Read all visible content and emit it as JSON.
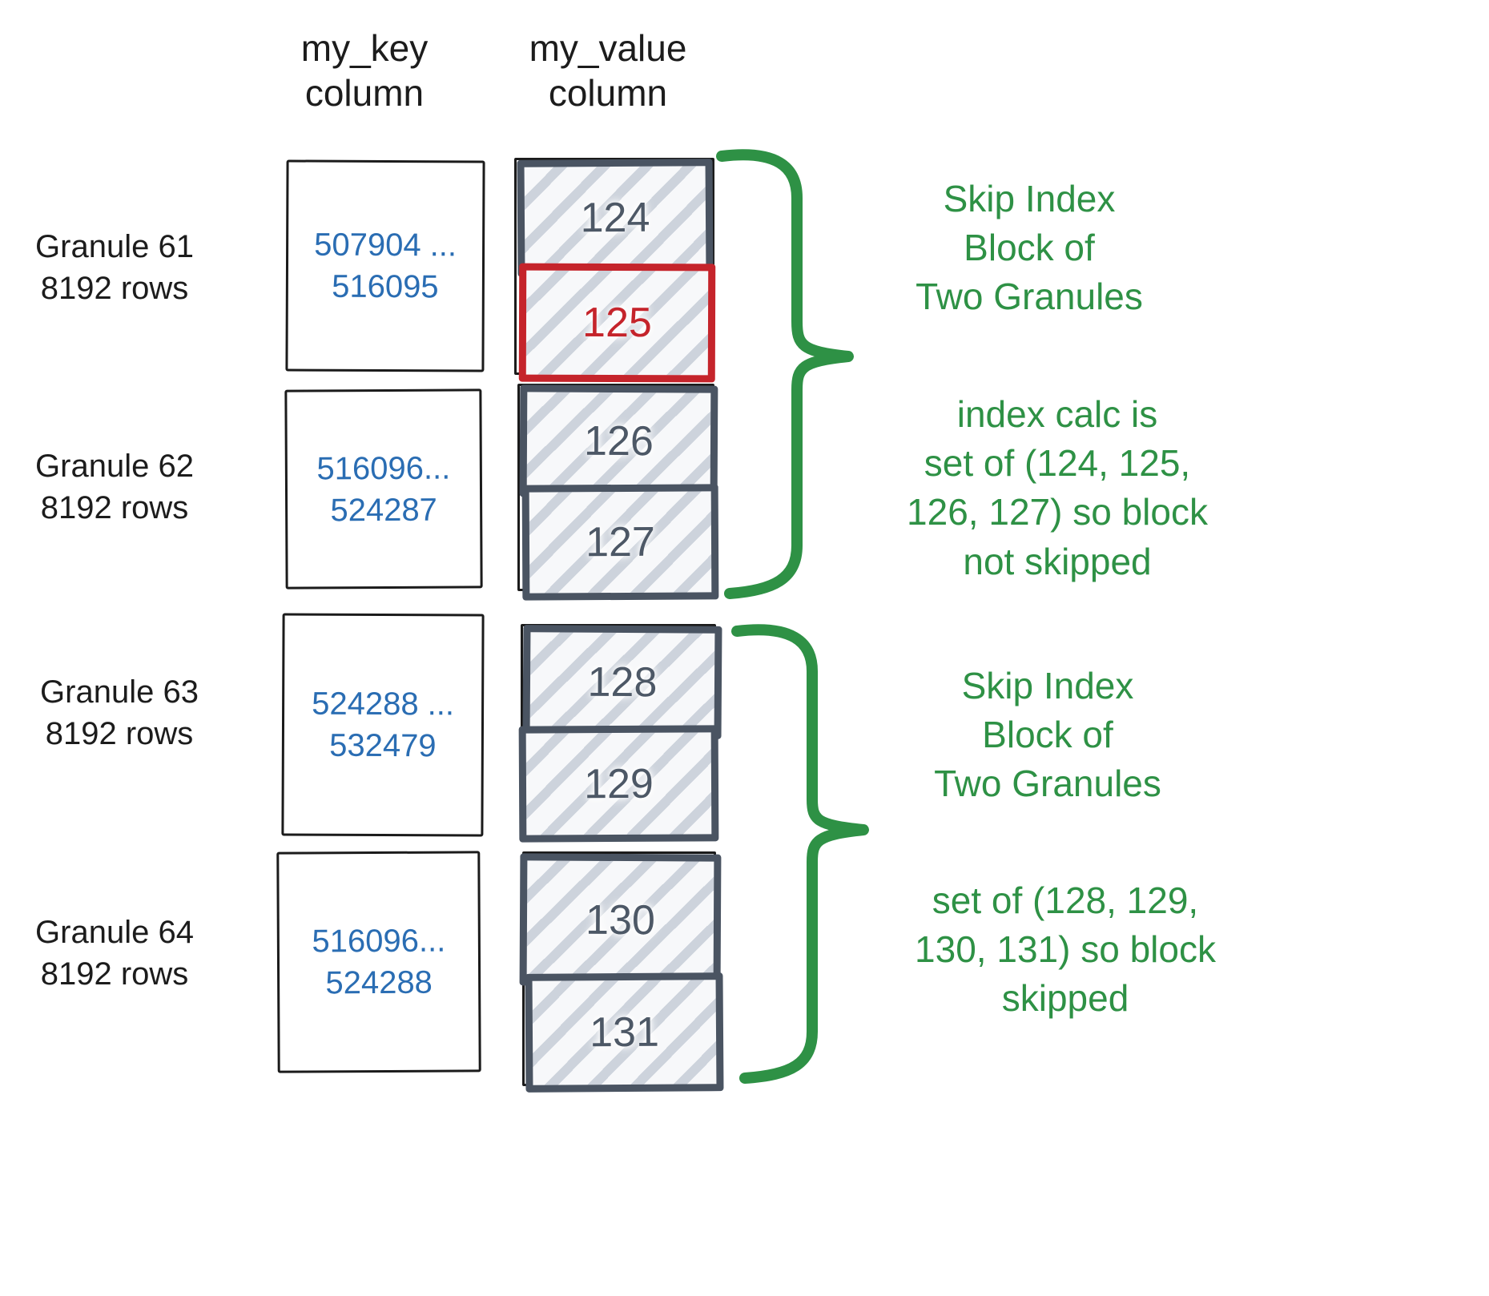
{
  "headers": {
    "key": [
      "my_key",
      "column"
    ],
    "value": [
      "my_value",
      "column"
    ]
  },
  "granules": [
    {
      "name": [
        "Granule 61",
        "8192 rows"
      ],
      "key_range": [
        "507904 ...",
        "516095"
      ],
      "blocks": [
        {
          "value": "124",
          "highlighted": false
        },
        {
          "value": "125",
          "highlighted": true
        }
      ]
    },
    {
      "name": [
        "Granule 62",
        "8192 rows"
      ],
      "key_range": [
        "516096...",
        "524287"
      ],
      "blocks": [
        {
          "value": "126",
          "highlighted": false
        },
        {
          "value": "127",
          "highlighted": false
        }
      ]
    },
    {
      "name": [
        "Granule 63",
        "8192 rows"
      ],
      "key_range": [
        "524288 ...",
        "532479"
      ],
      "blocks": [
        {
          "value": "128",
          "highlighted": false
        },
        {
          "value": "129",
          "highlighted": false
        }
      ]
    },
    {
      "name": [
        "Granule 64",
        "8192 rows"
      ],
      "key_range": [
        "516096...",
        "524288"
      ],
      "blocks": [
        {
          "value": "130",
          "highlighted": false
        },
        {
          "value": "131",
          "highlighted": false
        }
      ]
    }
  ],
  "annotations": [
    {
      "lines": [
        "Skip Index",
        "Block of",
        "Two Granules"
      ]
    },
    {
      "lines": [
        "index calc is",
        "set of (124, 125,",
        "126, 127) so block",
        "not skipped"
      ]
    },
    {
      "lines": [
        "Skip Index",
        "Block of",
        "Two Granules"
      ]
    },
    {
      "lines": [
        "set of (128, 129,",
        "130, 131) so block",
        "skipped"
      ]
    }
  ],
  "colors": {
    "green": "#2e9145",
    "blue": "#2a6db3",
    "red": "#c5242b",
    "slate": "#4a5462"
  }
}
